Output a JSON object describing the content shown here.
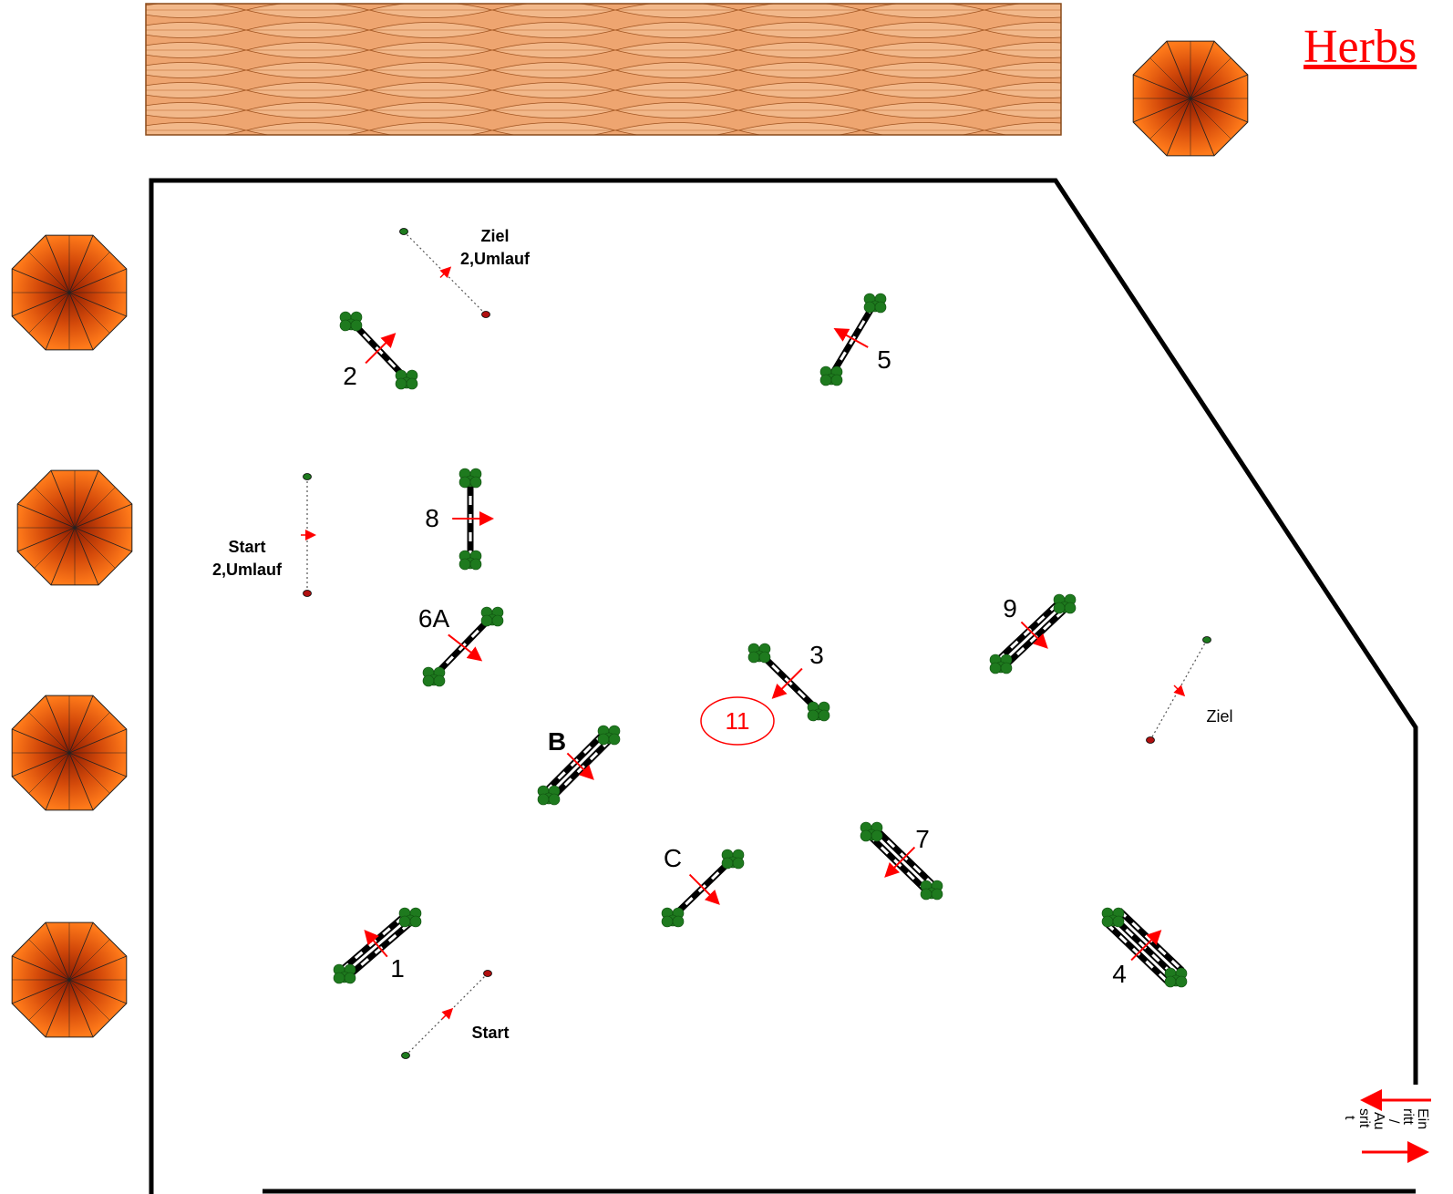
{
  "title": "Herbs",
  "colors": {
    "accent": "#ff0000",
    "rail_black": "#000000",
    "stand_green": "#1e7a1e",
    "wood": "#e8935a",
    "umbrella": "#e85a10"
  },
  "obstacles": [
    {
      "label": "1",
      "type": "oxer",
      "dir": "up"
    },
    {
      "label": "2",
      "type": "vertical",
      "dir": "up"
    },
    {
      "label": "3",
      "type": "vertical",
      "dir": "down"
    },
    {
      "label": "4",
      "type": "triple",
      "dir": "up"
    },
    {
      "label": "5",
      "type": "vertical",
      "dir": "left"
    },
    {
      "label": "6A",
      "type": "vertical",
      "dir": "down"
    },
    {
      "label": "B",
      "type": "oxer",
      "dir": "down"
    },
    {
      "label": "C",
      "type": "vertical",
      "dir": "down"
    },
    {
      "label": "7",
      "type": "oxer",
      "dir": "down"
    },
    {
      "label": "8",
      "type": "vertical",
      "dir": "right"
    },
    {
      "label": "9",
      "type": "oxer",
      "dir": "down"
    }
  ],
  "lines": {
    "start": "Start",
    "finish": "Ziel",
    "start_round2_a": "Start",
    "start_round2_b": "2,Umlauf",
    "finish_round2_a": "Ziel",
    "finish_round2_b": "2,Umlauf"
  },
  "marker": "11",
  "entry": [
    "Ein",
    "ritt",
    "/",
    "Au",
    "srit",
    "t"
  ]
}
